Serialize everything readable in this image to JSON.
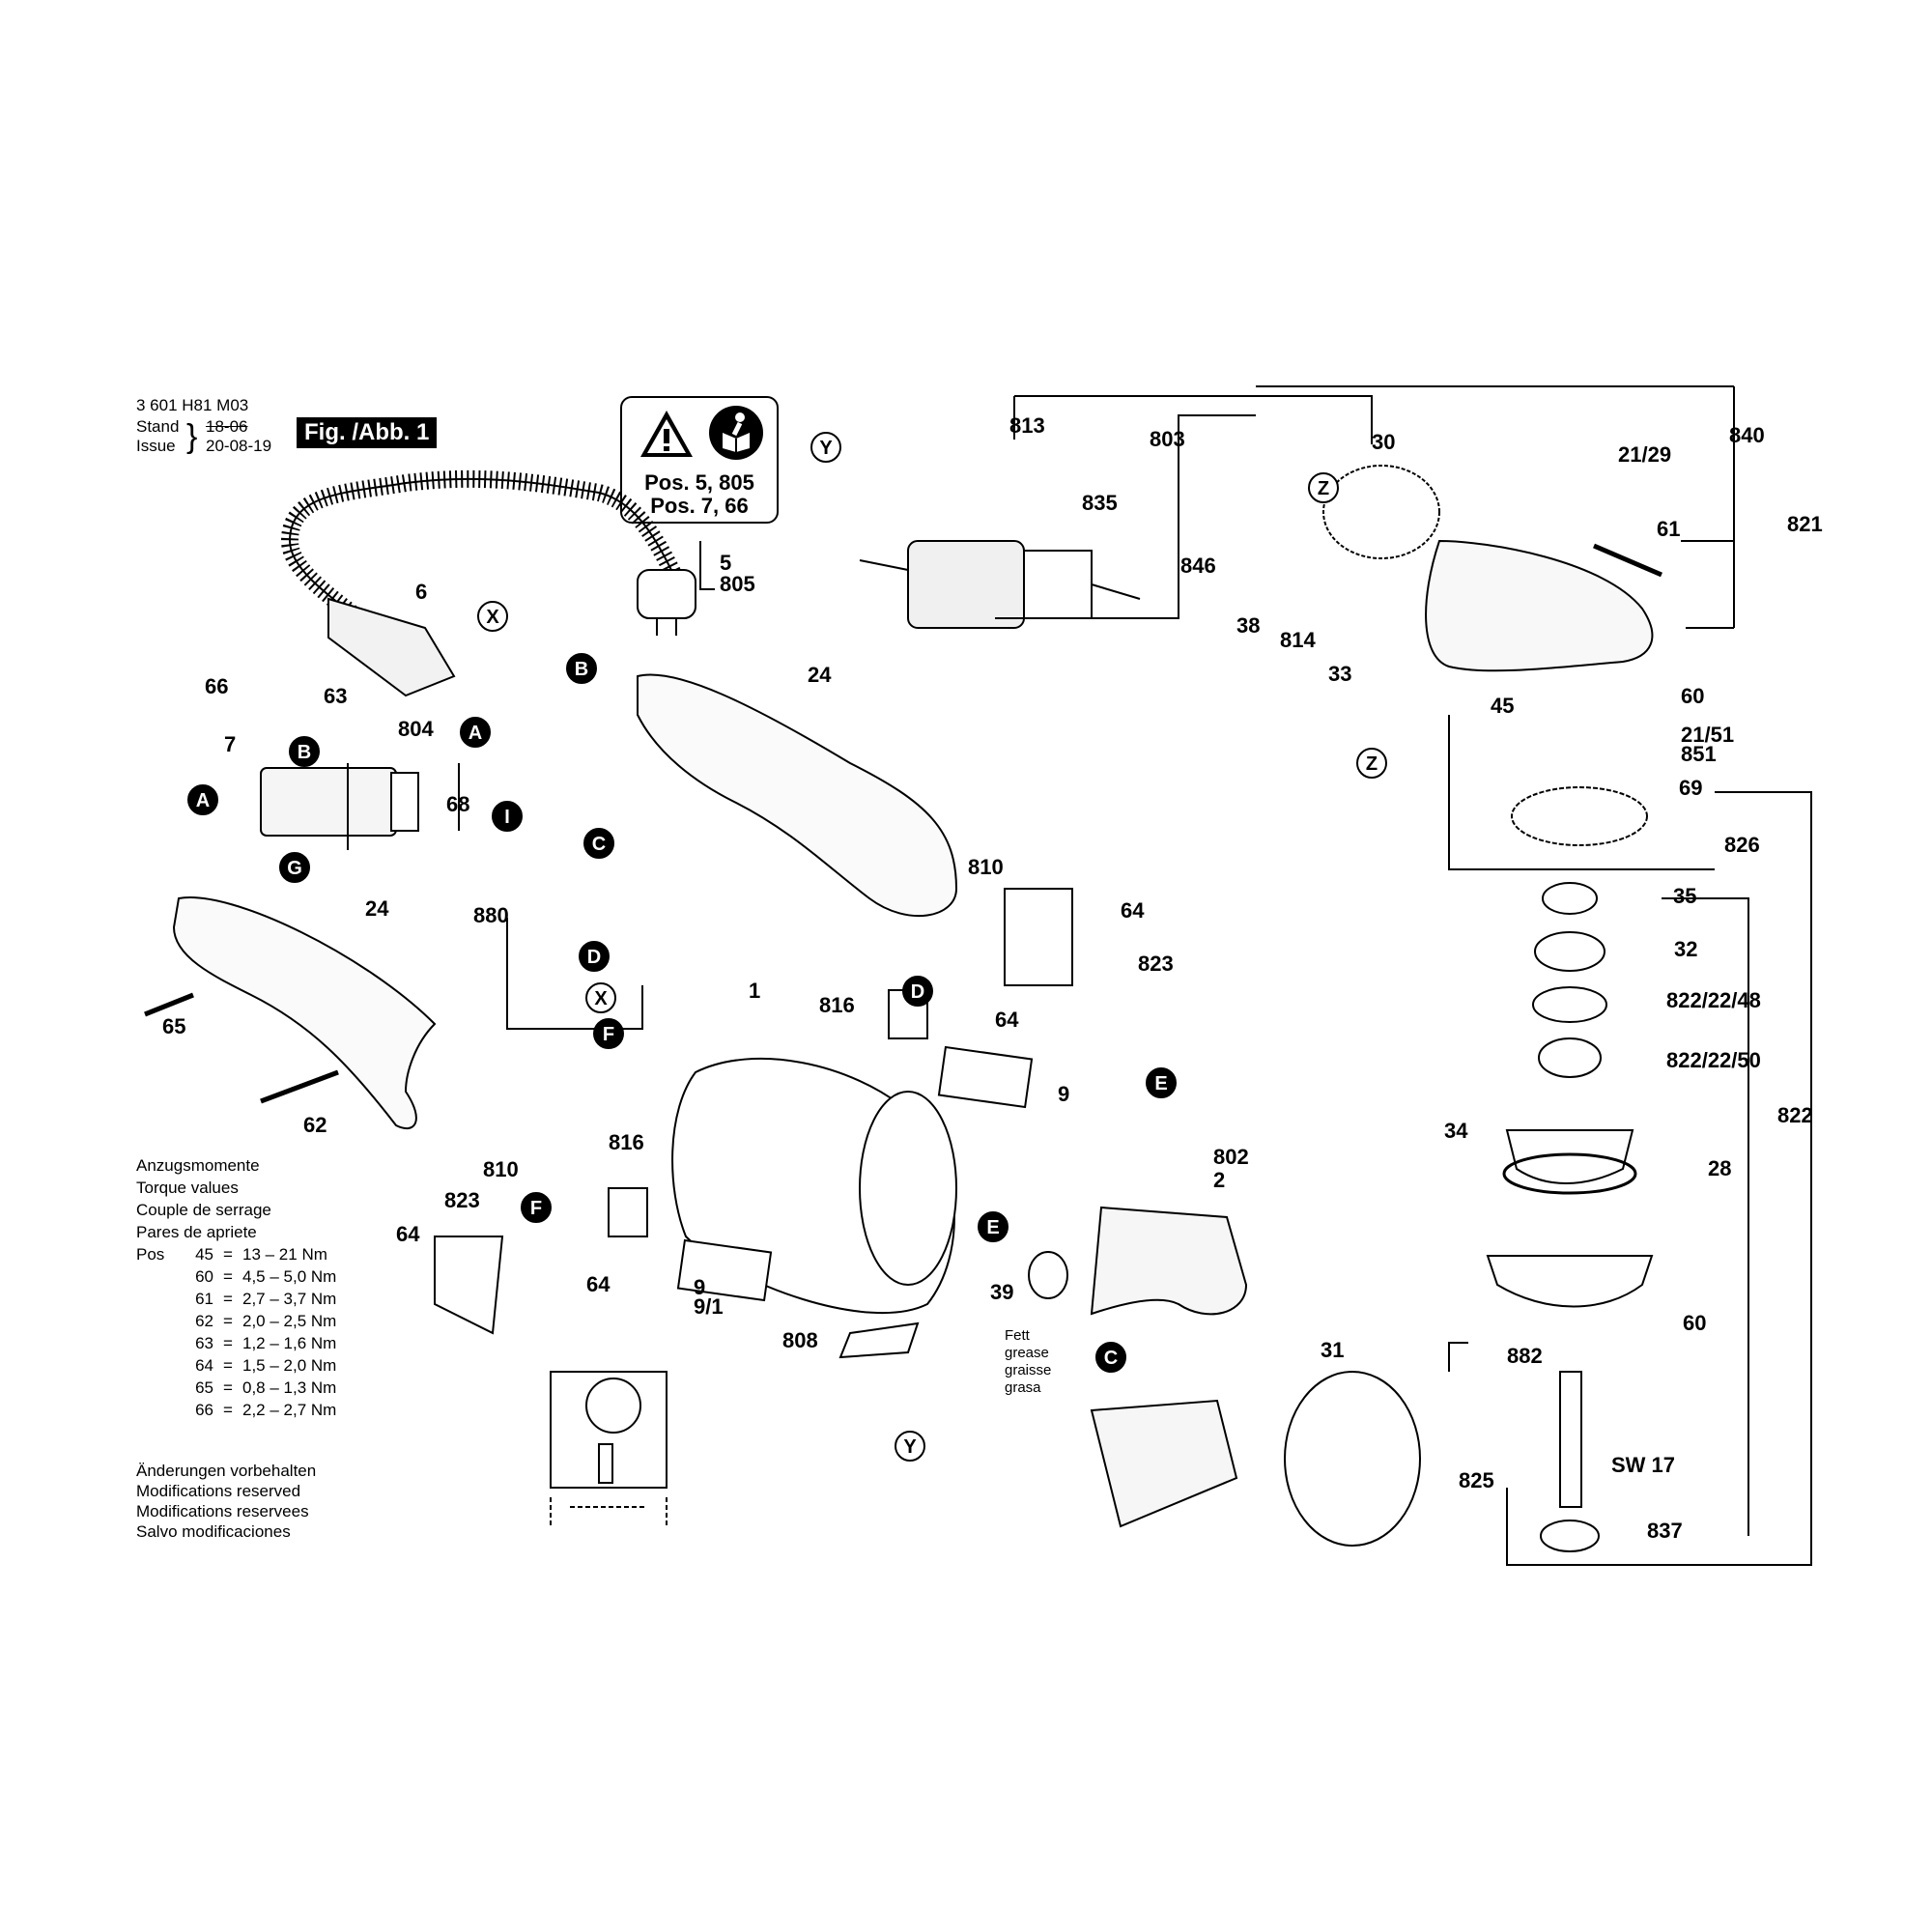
{
  "header": {
    "doc_number": "3 601 H81 M03",
    "stand_label": "Stand",
    "stand_value": "18-06",
    "issue_label": "Issue",
    "issue_value": "20-08-19",
    "figure_label": "Fig. /Abb. 1"
  },
  "warning": {
    "line1": "Pos. 5, 805",
    "line2": "Pos. 7, 66"
  },
  "torque": {
    "title_lines": [
      "Anzugsmomente",
      "Torque values",
      "Couple de serrage",
      "Pares de apriete"
    ],
    "pos_label": "Pos",
    "rows": [
      {
        "pos": "45",
        "eq": "=",
        "value": "13 – 21 Nm"
      },
      {
        "pos": "60",
        "eq": "=",
        "value": "4,5 – 5,0 Nm"
      },
      {
        "pos": "61",
        "eq": "=",
        "value": "2,7 – 3,7 Nm"
      },
      {
        "pos": "62",
        "eq": "=",
        "value": "2,0 – 2,5 Nm"
      },
      {
        "pos": "63",
        "eq": "=",
        "value": "1,2 – 1,6 Nm"
      },
      {
        "pos": "64",
        "eq": "=",
        "value": "1,5 – 2,0 Nm"
      },
      {
        "pos": "65",
        "eq": "=",
        "value": "0,8 – 1,3 Nm"
      },
      {
        "pos": "66",
        "eq": "=",
        "value": "2,2 – 2,7 Nm"
      }
    ]
  },
  "modifications": [
    "Änderungen vorbehalten",
    "Modifications reserved",
    "Modifications reservees",
    "Salvo modificaciones"
  ],
  "grease_note": [
    "Fett",
    "grease",
    "graisse",
    "grasa"
  ],
  "part_labels": [
    "813",
    "803",
    "30",
    "840",
    "21/29",
    "835",
    "61",
    "821",
    "846",
    "38",
    "814",
    "33",
    "45",
    "60",
    "21/51",
    "851",
    "69",
    "826",
    "35",
    "32",
    "822/22/48",
    "822/22/50",
    "34",
    "28",
    "822",
    "60",
    "882",
    "SW 17",
    "825",
    "837",
    "5",
    "805",
    "6",
    "66",
    "63",
    "7",
    "804",
    "68",
    "24",
    "880",
    "24",
    "65",
    "62",
    "810",
    "64",
    "823",
    "816",
    "64",
    "9",
    "1",
    "816",
    "810",
    "823",
    "64",
    "64",
    "9",
    "9/1",
    "808",
    "802",
    "2",
    "39",
    "31"
  ],
  "connector_letters": [
    "Y",
    "Z",
    "Z",
    "X",
    "B",
    "A",
    "B",
    "A",
    "G",
    "I",
    "C",
    "D",
    "X",
    "F",
    "D",
    "E",
    "E",
    "F",
    "C",
    "Y"
  ]
}
